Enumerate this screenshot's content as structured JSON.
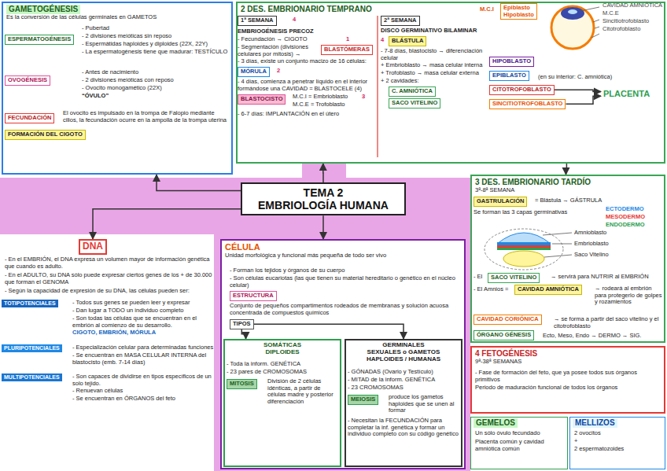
{
  "diagram": {
    "nodes": [
      {
        "text": [
          "GAMETOGÉNESIS",
          "Es la conversión de las células germinales en GAMETOS"
        ]
      },
      {
        "text": [
          "ESPERMATOGÉNESIS"
        ],
        "in": 0
      },
      {
        "text": [
          "OVOGÉNESIS"
        ],
        "in": 0
      },
      {
        "text": [
          "FECUNDACIÓN"
        ],
        "in": 0
      },
      {
        "text": [
          "FORMACIÓN DEL CIGOTO"
        ],
        "in": 0
      },
      {
        "text": [
          "2 DES. EMBRIONARIO TEMPRANO"
        ]
      },
      {
        "text": [
          "1ª SEMANA"
        ],
        "in": 5
      },
      {
        "text": [
          "BLASTÓMERAS"
        ],
        "in": 5
      },
      {
        "text": [
          "MÓRULA"
        ],
        "in": 5
      },
      {
        "text": [
          "BLASTOCISTO"
        ],
        "in": 5
      },
      {
        "text": [
          "2ª SEMANA"
        ],
        "in": 5
      },
      {
        "text": [
          "BLÁSTULA"
        ],
        "in": 5
      },
      {
        "text": [
          "C. AMNIÓTICA"
        ],
        "in": 5
      },
      {
        "text": [
          "SACO VITELINO"
        ],
        "in": 5
      },
      {
        "text": [
          "Epiblasto",
          "Hipoblasto"
        ],
        "in": 5
      },
      {
        "text": [
          "HIPOBLASTO"
        ],
        "in": 5
      },
      {
        "text": [
          "EPIBLASTO"
        ],
        "in": 5
      },
      {
        "text": [
          "CITOTROFOBLASTO"
        ],
        "in": 5
      },
      {
        "text": [
          "SINCITIOTROFOBLASTO"
        ],
        "in": 5
      },
      {
        "text": [
          "PLACENTA"
        ],
        "in": 5
      },
      {
        "text": [
          "TEMA 2",
          "EMBRIOLOGÍA HUMANA"
        ]
      },
      {
        "text": [
          "DNA"
        ]
      },
      {
        "text": [
          "TOTIPOTENCIALES"
        ]
      },
      {
        "text": [
          "PLURIPOTENCIALES"
        ]
      },
      {
        "text": [
          "MULTIPOTENCIALES"
        ]
      },
      {
        "text": [
          "CÉLULA",
          "Unidad morfológica y funcional más pequeña de todo ser vivo"
        ]
      },
      {
        "text": [
          "ESTRUCTURA"
        ],
        "in": 25
      },
      {
        "text": [
          "TIPOS"
        ],
        "in": 25
      },
      {
        "text": [
          "SOMÁTICAS",
          "DIPLOIDES"
        ],
        "in": 25
      },
      {
        "text": [
          "MITOSIS"
        ],
        "in": 28
      },
      {
        "text": [
          "GERMINALES",
          "SEXUALES o GAMETOS",
          "HAPLOIDES / HUMANAS"
        ],
        "in": 25
      },
      {
        "text": [
          "MEIOSIS"
        ],
        "in": 30
      },
      {
        "text": [
          "3 DES. EMBRIONARIO TARDÍO",
          "3ª-8ª SEMANA"
        ]
      },
      {
        "text": [
          "GASTRULACIÓN"
        ],
        "in": 32
      },
      {
        "text": [
          "SACO VITELINO"
        ],
        "in": 32
      },
      {
        "text": [
          "CAVIDAD AMNIÓTICA"
        ],
        "in": 32
      },
      {
        "text": [
          "CAVIDAD CORIÓNICA"
        ],
        "in": 32
      },
      {
        "text": [
          "ÓRGANO GÉNESIS"
        ],
        "in": 32
      },
      {
        "text": [
          "4 FETOGÉNESIS",
          "9ª-38ª SEMANAS"
        ]
      },
      {
        "text": [
          "GEMELOS"
        ]
      },
      {
        "text": [
          "MELLIZOS"
        ]
      }
    ],
    "edges": [
      {
        "from": 20,
        "to": 0,
        "arrow": "to"
      },
      {
        "from": 20,
        "to": 5,
        "arrow": "to"
      },
      {
        "from": 20,
        "to": 21,
        "arrow": "to"
      },
      {
        "from": 20,
        "to": 25,
        "arrow": "to"
      },
      {
        "from": 5,
        "to": 32,
        "arrow": "to"
      },
      {
        "from": 17,
        "to": 19,
        "arrow": "to"
      },
      {
        "from": 18,
        "to": 19,
        "arrow": "to"
      },
      {
        "from": 27,
        "to": 28,
        "arrow": "to"
      },
      {
        "from": 27,
        "to": 30,
        "arrow": "to"
      }
    ],
    "labels": [
      "- Pubertad",
      "- 2 divisiones meióticas sin reposo",
      "- Espermátidas haploides y diploides (22X, 22Y)",
      "- La espermatogénesis tiene que madurar: TESTÍCULO",
      "- Antes de nacimiento",
      "- 2 divisiones meióticas con reposo",
      "- Ovocito monogamético (22X)",
      "“ÓVULO”",
      "El ovocito es impulsado en la trompa de Falopio mediante cilios, la fecundación ocurre en la ampolla de la trompa uterina",
      "M.C.I",
      "CAVIDAD AMNIÓTICA",
      "M.C.E",
      "Sincitiotrofoblasto",
      "Citotrofoblasto",
      "4",
      "EMBRIOGÉNESIS PRECOZ",
      "- Fecundación → CIGOTO",
      "- Segmentación (divisiones celulares por mitosis) →",
      "1",
      "- 3 días, existe un conjunto macizo de 16 células:",
      "2",
      "- 4 días, comienza a penetrar líquido en el interior formándose una CAVIDAD = BLASTOCELE (4)",
      "M.C.I = Embrioblasto",
      "M.C.E = Trofoblasto",
      "3",
      "- 6-7 días: IMPLANTACIÓN en el útero",
      "DISCO GERMINATIVO BILAMINAR",
      "4",
      "- 7-8 días, blastocisto → diferenciación celular",
      "+ Embrioblasto → masa celular interna",
      "+ Trofoblasto → masa celular externa",
      "+ 2 cavidades:",
      "(en su interior: C. amniótica)",
      "= Blástula → GÁSTRULA",
      "Se forman las 3 capas germinativas",
      "ECTODERMO",
      "MESODERMO",
      "ENDODERMO",
      "Amnioblasto",
      "Embrioblasto",
      "Saco Vitelino",
      "- El",
      "→ servirá para NUTRIR al EMBRIÓN",
      "- El Amnios =",
      "→ rodeará al embrión para protegerlo de golpes y rozamientos",
      "→ se forma a partir del saco vitelino y el citotrofoblasto",
      "Ecto, Meso, Endo → DERMO → SIG.",
      "- Fase de formación del feto, que ya posee todos sus órganos primitivos",
      "Periodo de maduración funcional de todos los órganos",
      "Un sólo óvulo fecundado",
      "Placenta común y cavidad amniótica común",
      "2 ovocitos",
      "+",
      "2 espermatozoides",
      "- En el EMBRIÓN, el DNA expresa un volumen mayor de información genética que cuando es adulto.",
      "- En el ADULTO, su DNA sólo puede expresar ciertos genes de los + de 30.000 que forman el GENOMA",
      "- Según la capacidad de expresión de su DNA, las células pueden ser:",
      "- Todos sus genes se pueden leer y expresar",
      "- Dan lugar a TODO un individuo completo",
      "- Son todas las células que se encuentran en el embrión al comienzo de su desarrollo.",
      "CIGOTO, EMBRIÓN, MÓRULA",
      "- Especialización celular para determinadas funciones",
      "- Se encuentran en MASA CELULAR INTERNA del blastocisto (emb. 7-14 días)",
      "- Son capaces de dividirse en tipos específicos de un solo tejido.",
      "- Renuevan células",
      "- Se encuentran en ÓRGANOS del feto",
      "- Forman los tejidos y órganos de su cuerpo",
      "- Son células eucariotas (las que tienen su material hereditario o genético en el núcleo celular)",
      "Conjunto de pequeños compartimentos rodeados de membranas y solución acuosa concentrada de compuestos químicos",
      "- Toda la inform. GENÉTICA",
      "- 23 pares de CROMOSOMAS",
      "División de 2 células idénticas, a partir de células madre y posterior diferenciación",
      "- GÓNADAS (Ovario y Testículo)",
      "- MITAD de la inform. GENÉTICA",
      "- 23 CROMOSOMAS",
      "produce los gametos haploides que se unen al formar",
      "- Necesitan la FECUNDACIÓN para completar la inf. genética y formar un individuo completo con su código genético"
    ]
  }
}
